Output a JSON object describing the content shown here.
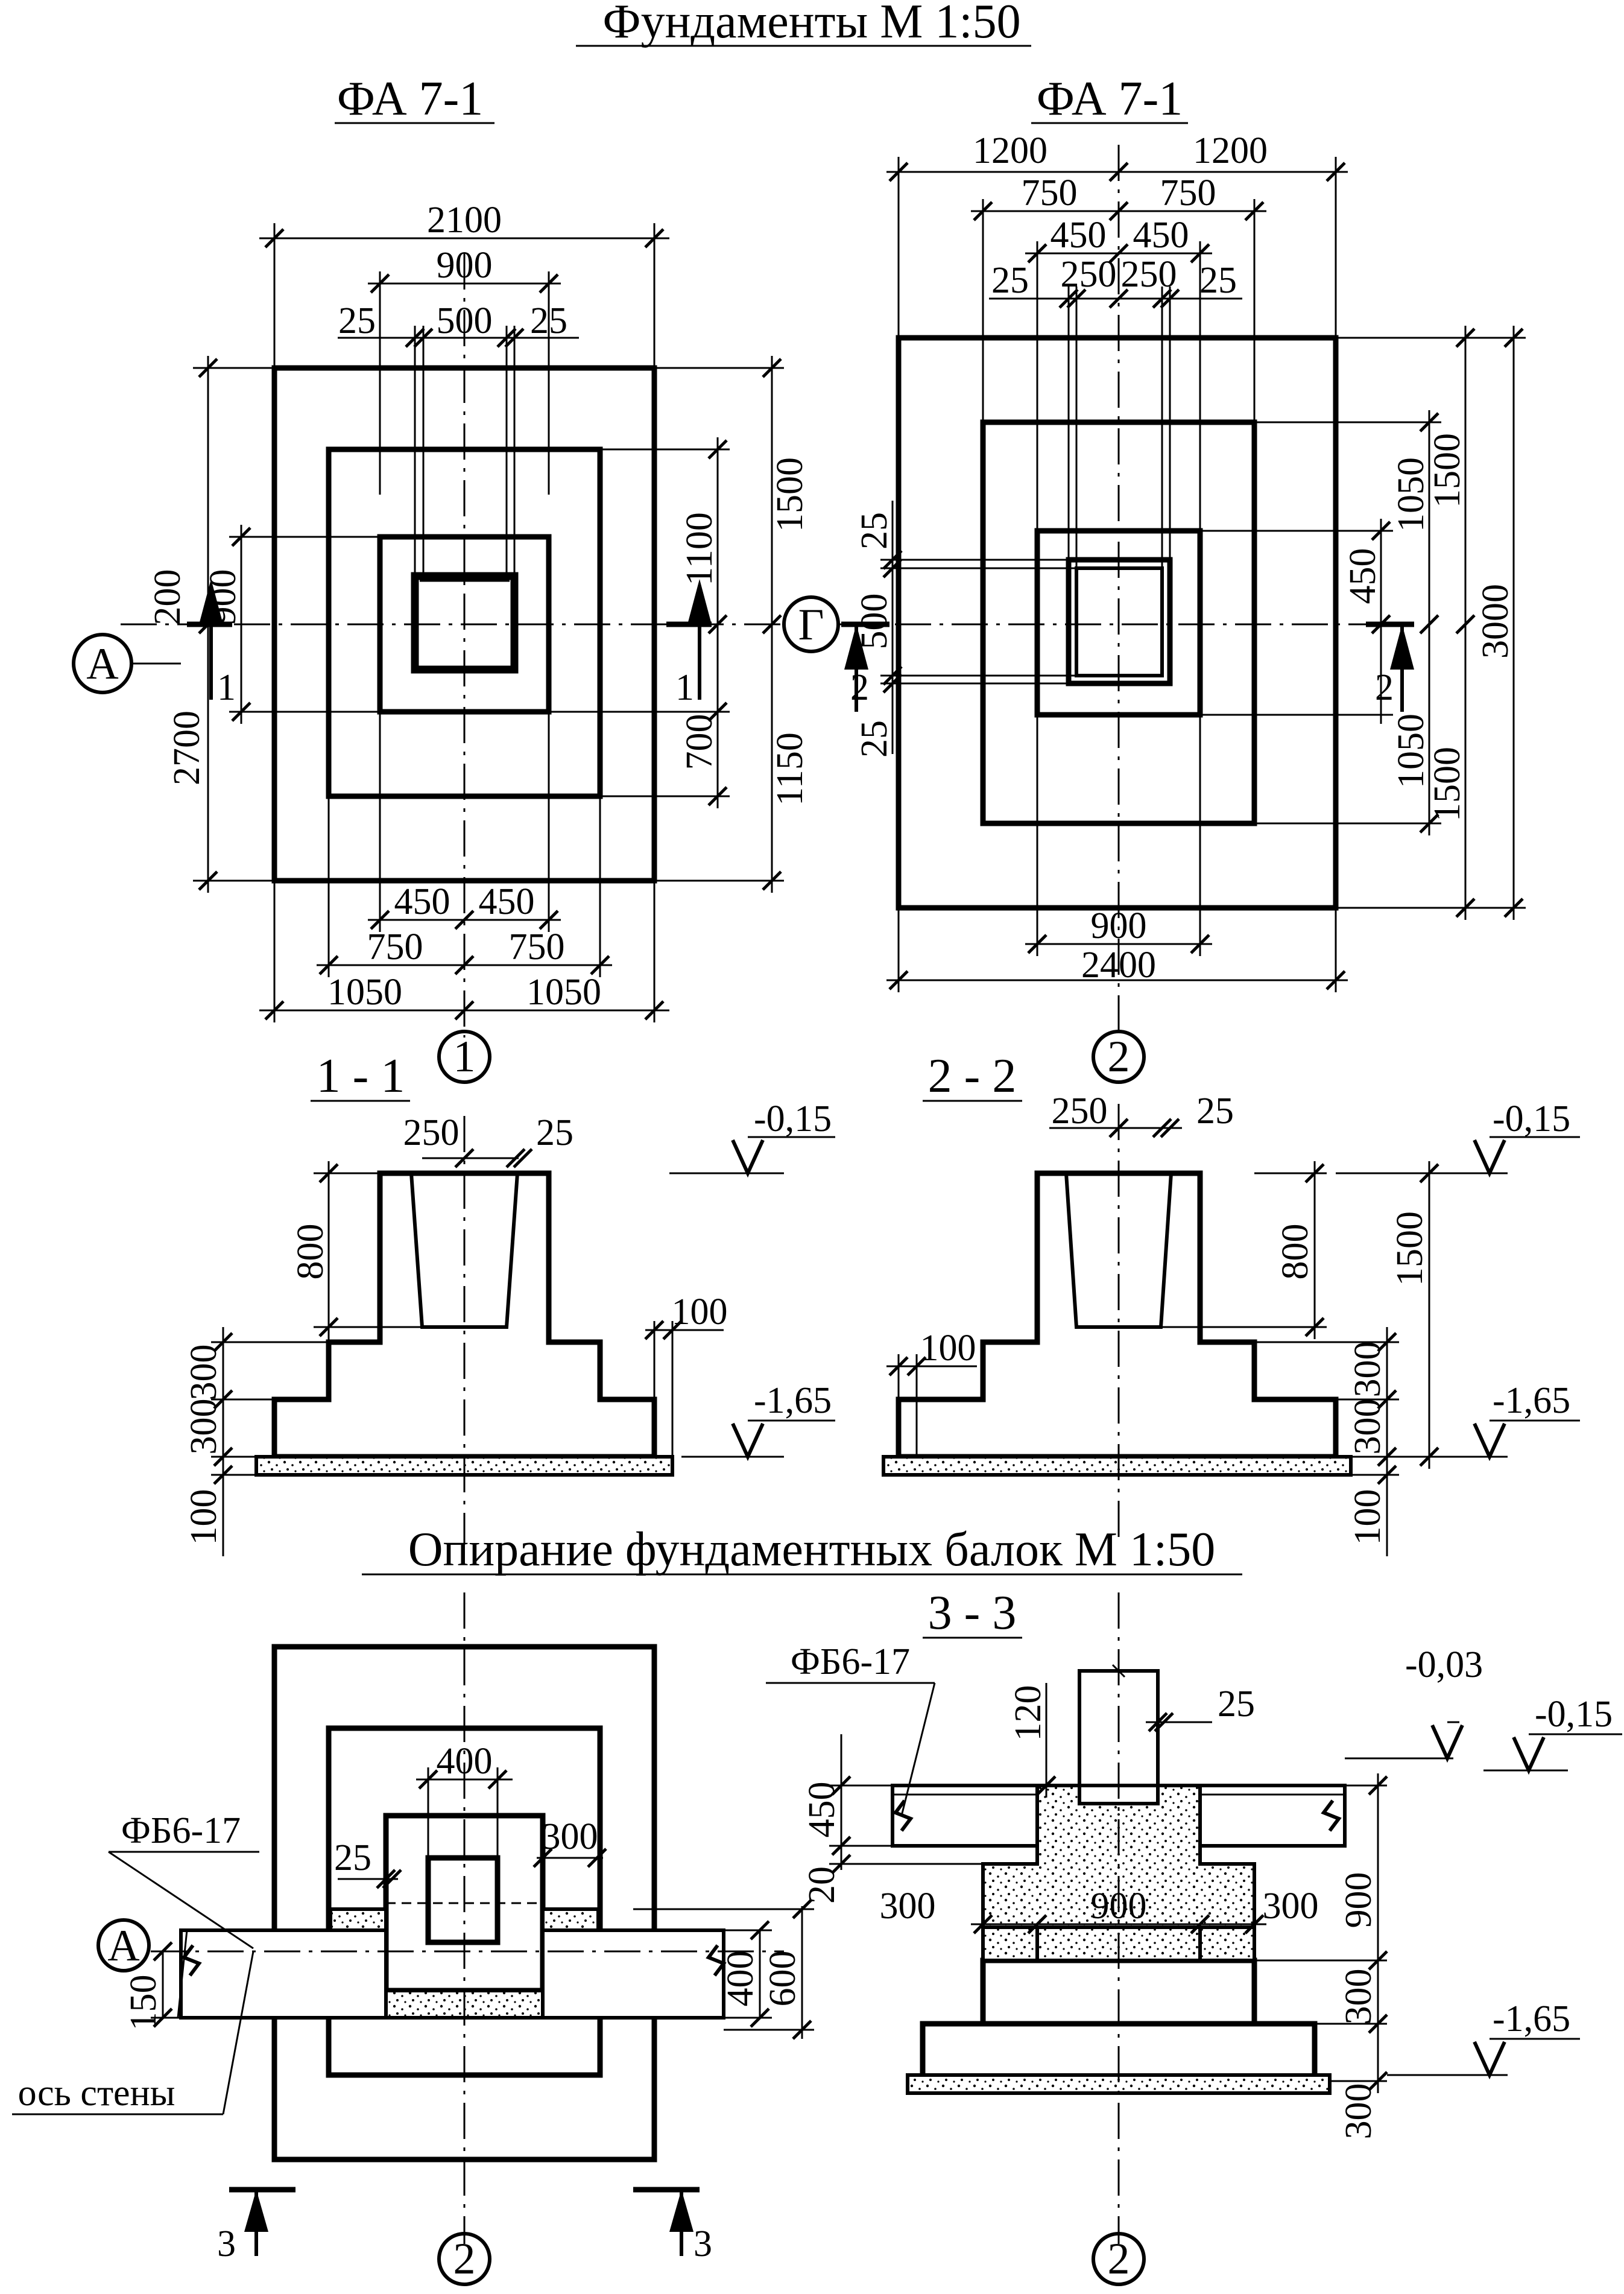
{
  "titles": {
    "foundations": "Фундаменты М 1:50",
    "plan_left": "ФА 7-1",
    "plan_right": "ФА 7-1",
    "section_11": "1 - 1",
    "section_22": "2 - 2",
    "beam_support": "Опирание фундаментных балок М 1:50",
    "section_33": "3 - 3"
  },
  "axes": {
    "a": "А",
    "g": "Г",
    "one": "1",
    "two": "2",
    "two_b": "2",
    "two_c": "2"
  },
  "cuts": {
    "c1": "1",
    "c2": "2",
    "c3": "3"
  },
  "plan1": {
    "top": [
      "2100",
      "900",
      "25",
      "500",
      "25"
    ],
    "bottom": [
      "450",
      "450",
      "750",
      "750",
      "1050",
      "1050"
    ],
    "left": [
      "200",
      "900",
      "2700"
    ],
    "right": [
      "1500",
      "1100",
      "700",
      "1150"
    ]
  },
  "plan2": {
    "top": [
      "1200",
      "1200",
      "750",
      "750",
      "450",
      "450",
      "25",
      "250",
      "250",
      "25"
    ],
    "bottom": [
      "900",
      "2400"
    ],
    "left": [
      "25",
      "500",
      "25"
    ],
    "right": [
      "1050",
      "1500",
      "450",
      "3000",
      "1050",
      "1500"
    ]
  },
  "sec11": {
    "dims": [
      "250",
      "25",
      "800",
      "300",
      "300",
      "100",
      "100"
    ],
    "levels": [
      "-0,15",
      "-1,65"
    ]
  },
  "sec22": {
    "dims": [
      "250",
      "25",
      "800",
      "1500",
      "100",
      "300",
      "300",
      "100"
    ],
    "levels": [
      "-0,15",
      "-1,65"
    ]
  },
  "beam_plan": {
    "dims": [
      "400",
      "25",
      "300",
      "150",
      "400",
      "600"
    ],
    "labels": [
      "ФБ6-17",
      "ось стены"
    ]
  },
  "sec33": {
    "dims": [
      "120",
      "25",
      "450",
      "20",
      "300",
      "900",
      "300",
      "900",
      "300",
      "300"
    ],
    "levels": [
      "-0,03",
      "-0,15",
      "-1,65"
    ],
    "labels": [
      "ФБ6-17"
    ]
  }
}
